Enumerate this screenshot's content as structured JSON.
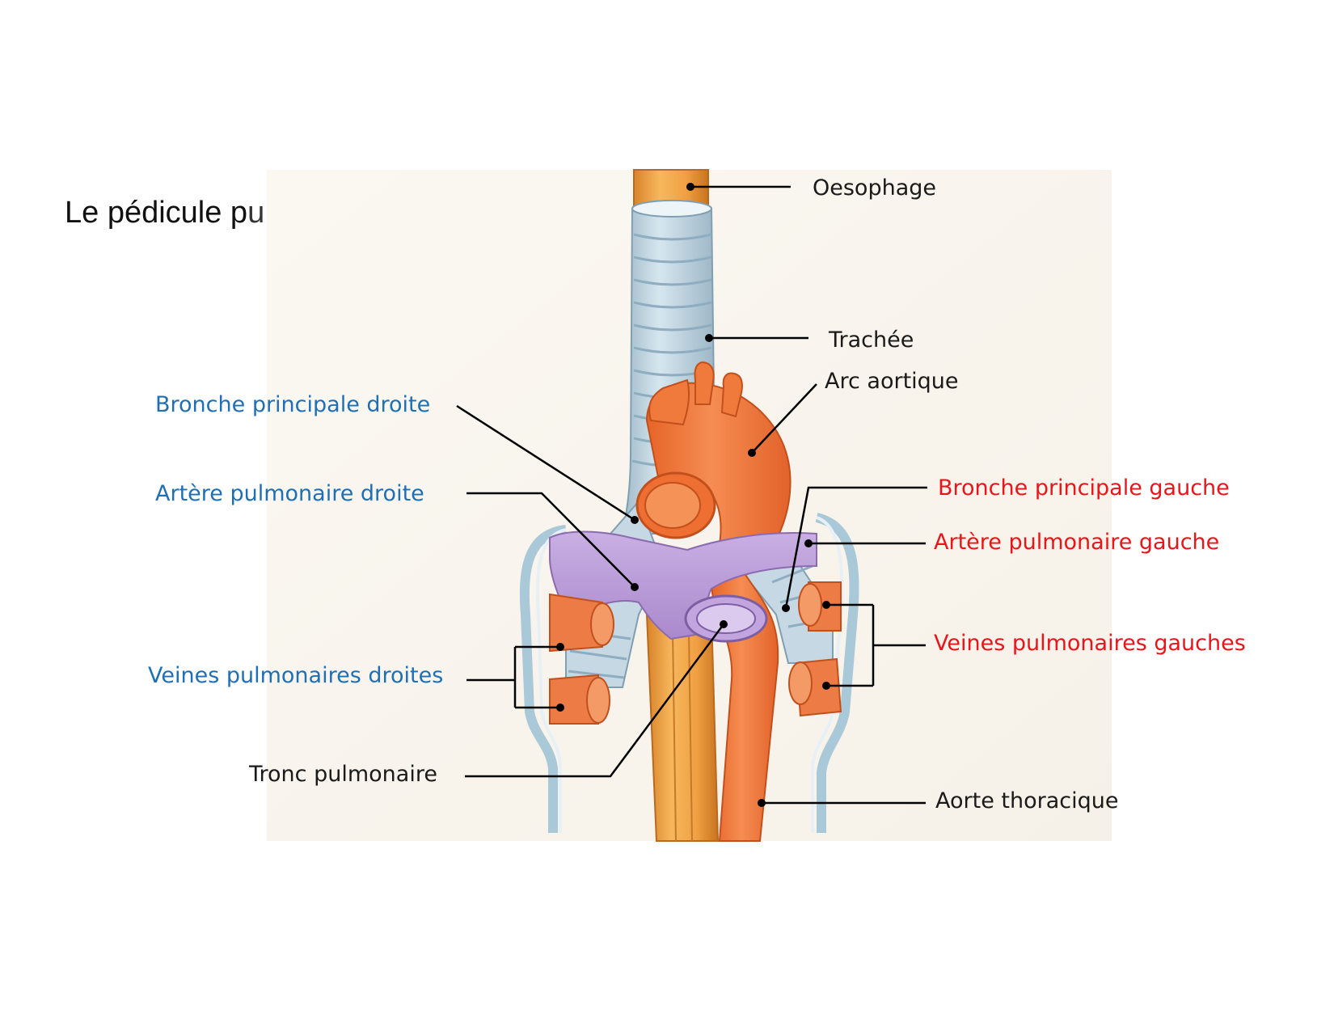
{
  "title": {
    "prefix": "Le pédicule p",
    "tail": "ulmonaire"
  },
  "labels": {
    "oesophage": "Oesophage",
    "trachee": "Trachée",
    "arc_aortique": "Arc aortique",
    "bronche_principale_droite": "Bronche principale droite",
    "artere_pulmonaire_droite": "Artère pulmonaire droite",
    "veines_pulmonaires_droites": "Veines pulmonaires droites",
    "tronc_pulmonaire": "Tronc pulmonaire",
    "bronche_principale_gauche": "Bronche principale gauche",
    "artere_pulmonaire_gauche": "Artère pulmonaire gauche",
    "veines_pulmonaires_gauches": "Veines pulmonaires gauches",
    "aorte_thoracique": "Aorte thoracique"
  },
  "colors": {
    "right_side_labels": "#1f6fb5",
    "left_side_labels": "#e8161b",
    "neutral_labels": "#1a1a1a",
    "artery_orange": "#ee7a3e",
    "pulmonary_purple": "#b99ad6",
    "trachea_blue": "#b9d2e0",
    "oesophagus_tan": "#f1a64a"
  }
}
